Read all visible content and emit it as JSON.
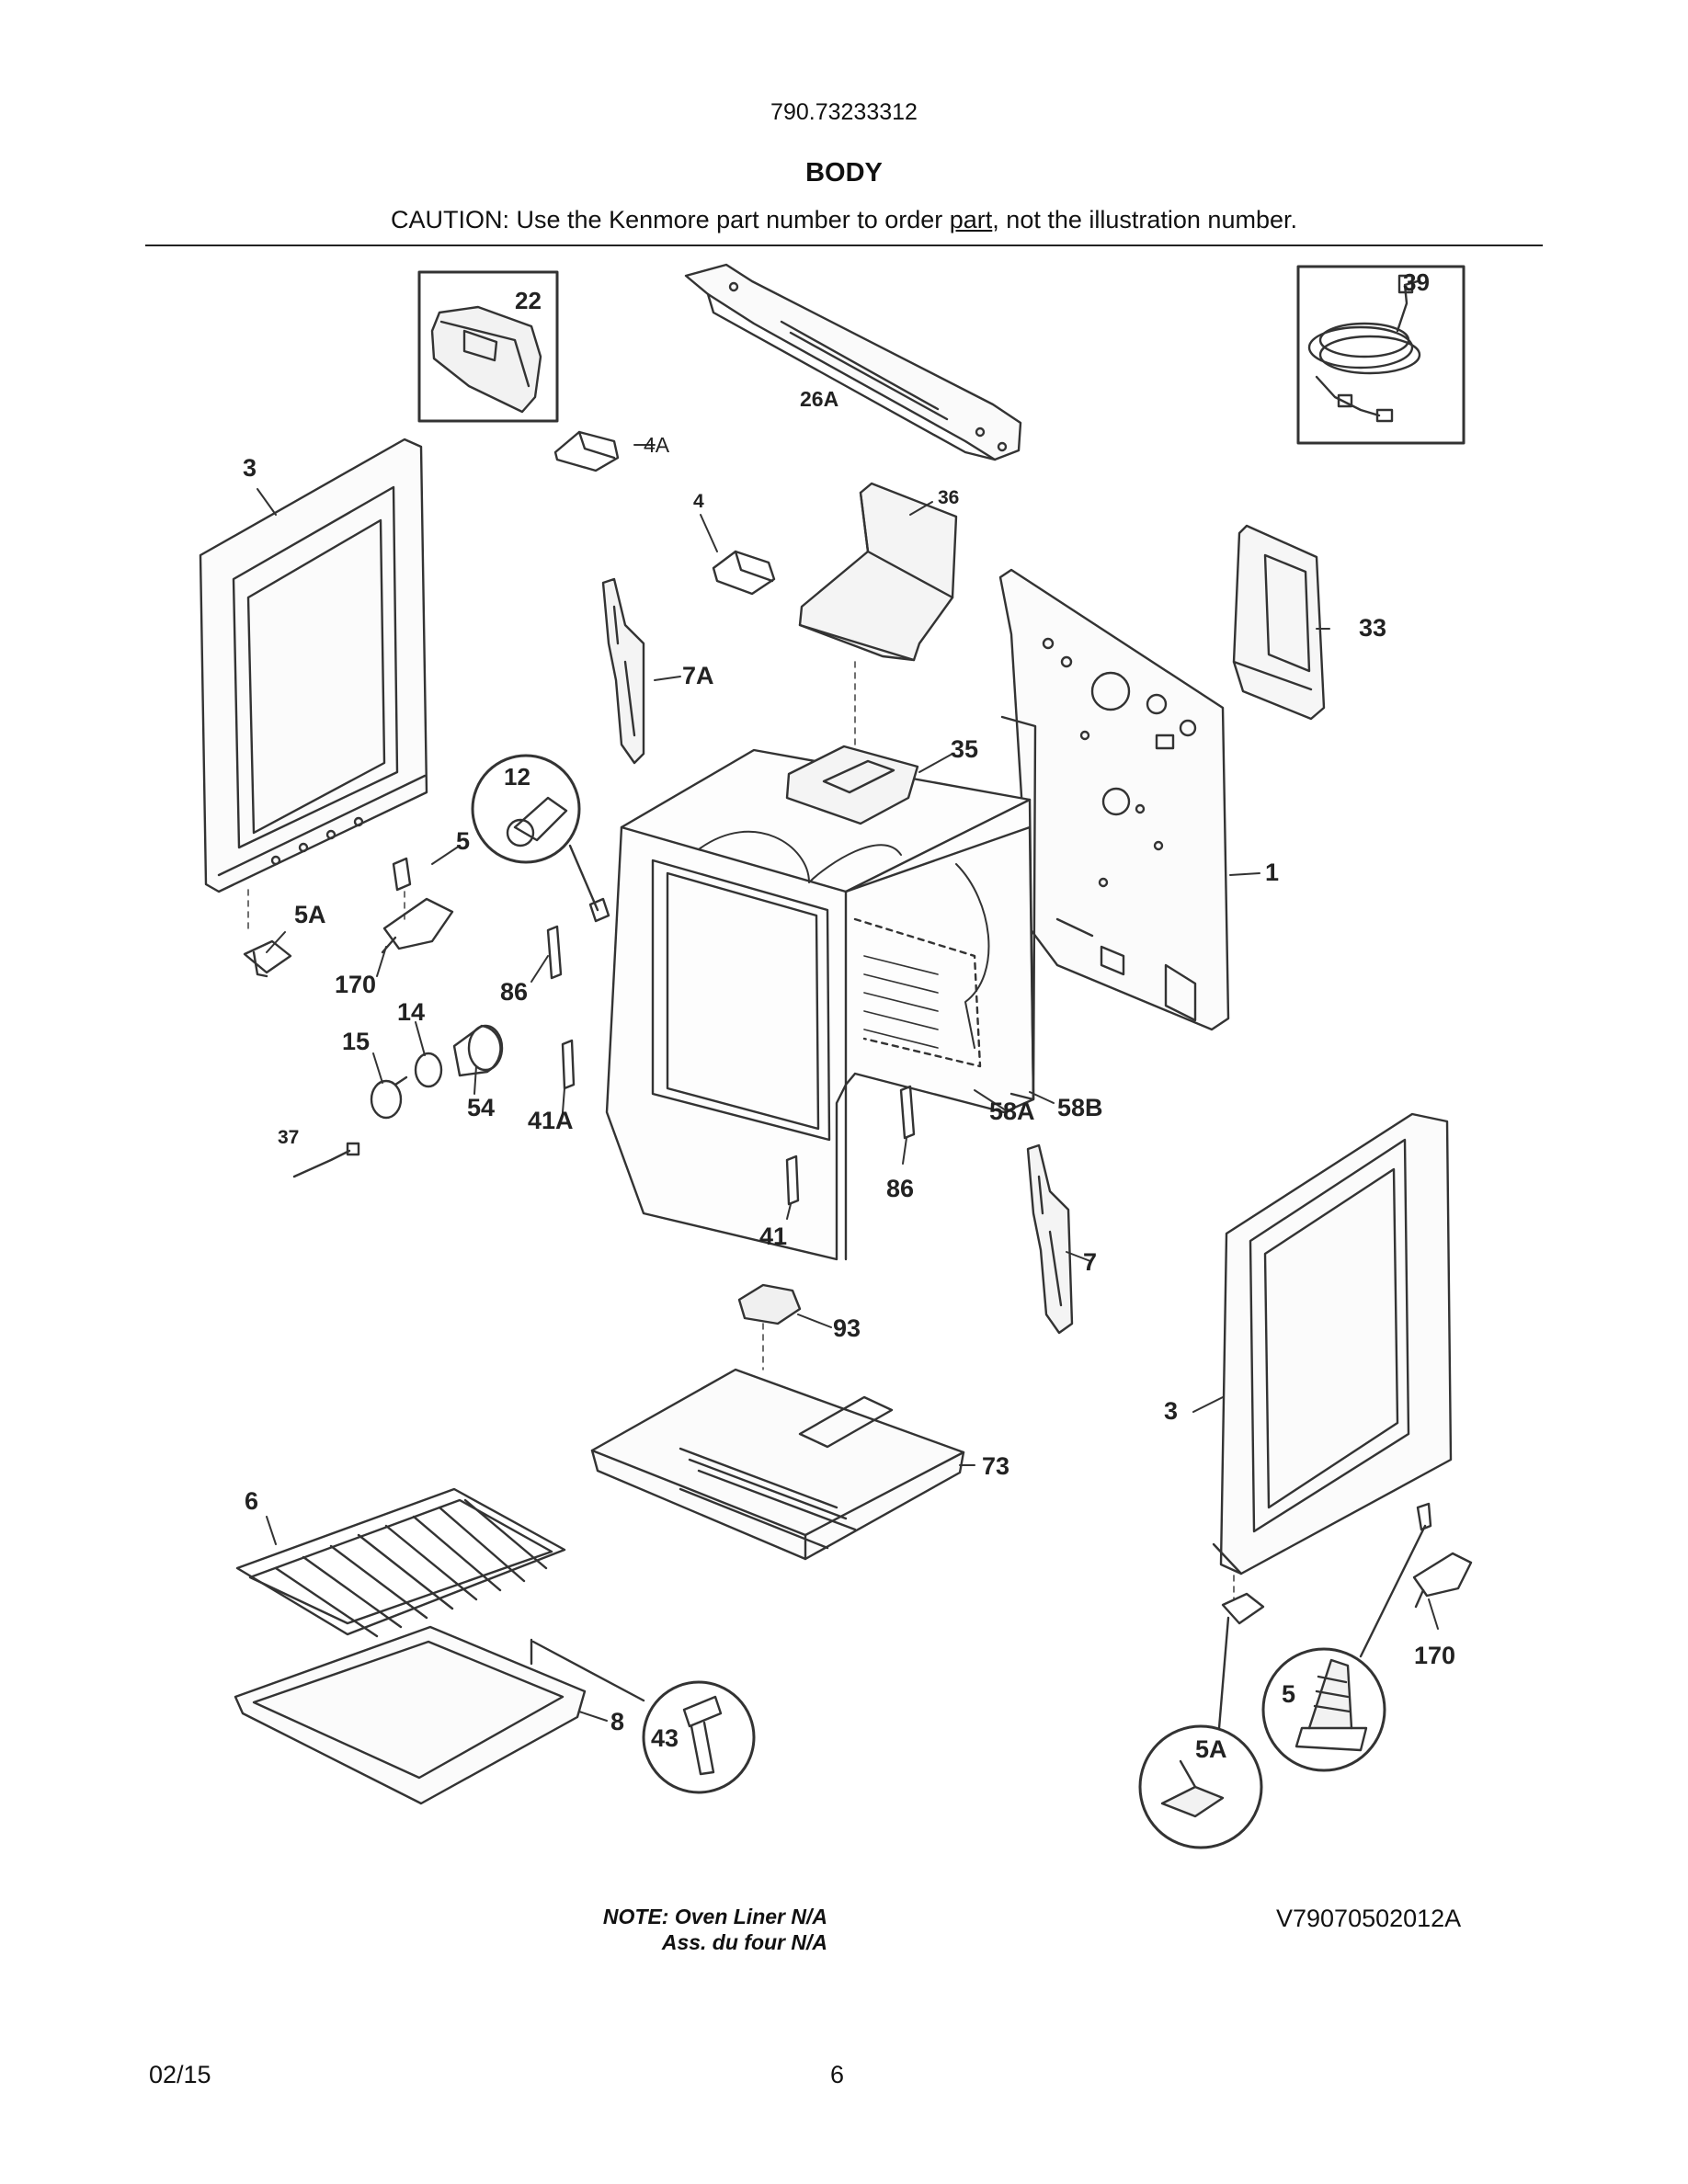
{
  "header": {
    "model_number": "790.73233312",
    "section_title": "BODY",
    "caution_prefix": "CAUTION: Use the Kenmore part number to order ",
    "caution_link": "part",
    "caution_suffix": ", not the illustration number."
  },
  "parts": {
    "p1": "1",
    "p3a": "3",
    "p3b": "3",
    "p4": "4",
    "p4a": "4A",
    "p5a": "5",
    "p5b": "5",
    "p5a_a": "5A",
    "p5a_b": "5A",
    "p6": "6",
    "p7": "7",
    "p7a": "7A",
    "p8": "8",
    "p12": "12",
    "p14": "14",
    "p15": "15",
    "p22": "22",
    "p26a": "26A",
    "p33": "33",
    "p35": "35",
    "p36": "36",
    "p37": "37",
    "p39": "39",
    "p41": "41",
    "p41a": "41A",
    "p43": "43",
    "p54": "54",
    "p58a": "58A",
    "p58b": "58B",
    "p73": "73",
    "p86a": "86",
    "p86b": "86",
    "p93": "93",
    "p170a": "170",
    "p170b": "170"
  },
  "note": {
    "line1": "NOTE: Oven Liner N/A",
    "line2": "Ass. du four N/A"
  },
  "drawing_id": "V79070502012A",
  "footer": {
    "date": "02/15",
    "page": "6"
  }
}
